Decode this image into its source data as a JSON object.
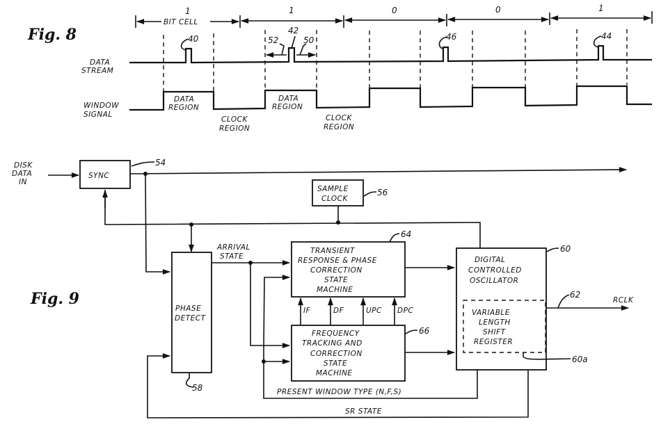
{
  "fig8": {
    "title": "Fig. 8",
    "bit_values": [
      "1",
      "1",
      "0",
      "0",
      "1"
    ],
    "bit_cell_label": "BIT CELL",
    "signal_labels": {
      "data_line1": "DATA",
      "data_line2": "STREAM",
      "window_line1": "WINDOW",
      "window_line2": "SIGNAL"
    },
    "region_labels": {
      "data_region_line1": "DATA",
      "data_region_line2": "REGION",
      "clock_region_line1": "CLOCK",
      "clock_region_line2": "REGION"
    },
    "refs": {
      "pulse_a": "40",
      "pulse_b": "42",
      "pulse_c": "46",
      "pulse_d": "44",
      "early": "52",
      "late": "50"
    }
  },
  "fig9": {
    "title": "Fig. 9",
    "input_label": [
      "DISK",
      "DATA",
      "IN"
    ],
    "blocks": {
      "sync": {
        "label": "SYNC",
        "ref": "54"
      },
      "sample_clock": {
        "label": [
          "SAMPLE",
          "CLOCK"
        ],
        "ref": "56"
      },
      "phase_detect": {
        "label": [
          "PHASE",
          "DETECT"
        ],
        "ref": "58"
      },
      "transient": {
        "label": [
          "TRANSIENT",
          "RESPONSE & PHASE",
          "CORRECTION",
          "STATE",
          "MACHINE"
        ],
        "ref": "64"
      },
      "frequency": {
        "label": [
          "FREQUENCY",
          "TRACKING  AND",
          "CORRECTION",
          "STATE",
          "MACHINE"
        ],
        "ref": "66"
      },
      "dco": {
        "label": [
          "DIGITAL",
          "CONTROLLED",
          "OSCILLATOR"
        ],
        "ref": "60"
      },
      "shift_register": {
        "label": [
          "VARIABLE",
          "LENGTH",
          "SHIFT",
          "REGISTER"
        ],
        "ref": "60a"
      }
    },
    "signals": {
      "arrival_state": [
        "ARRIVAL",
        "STATE"
      ],
      "if": "IF",
      "df": "DF",
      "upc": "UPC",
      "dpc": "DPC",
      "present_window": "PRESENT  WINDOW  TYPE (N,F,S)",
      "sr_state": "SR  STATE",
      "rclk": "RCLK",
      "rclk_ref": "62"
    }
  }
}
